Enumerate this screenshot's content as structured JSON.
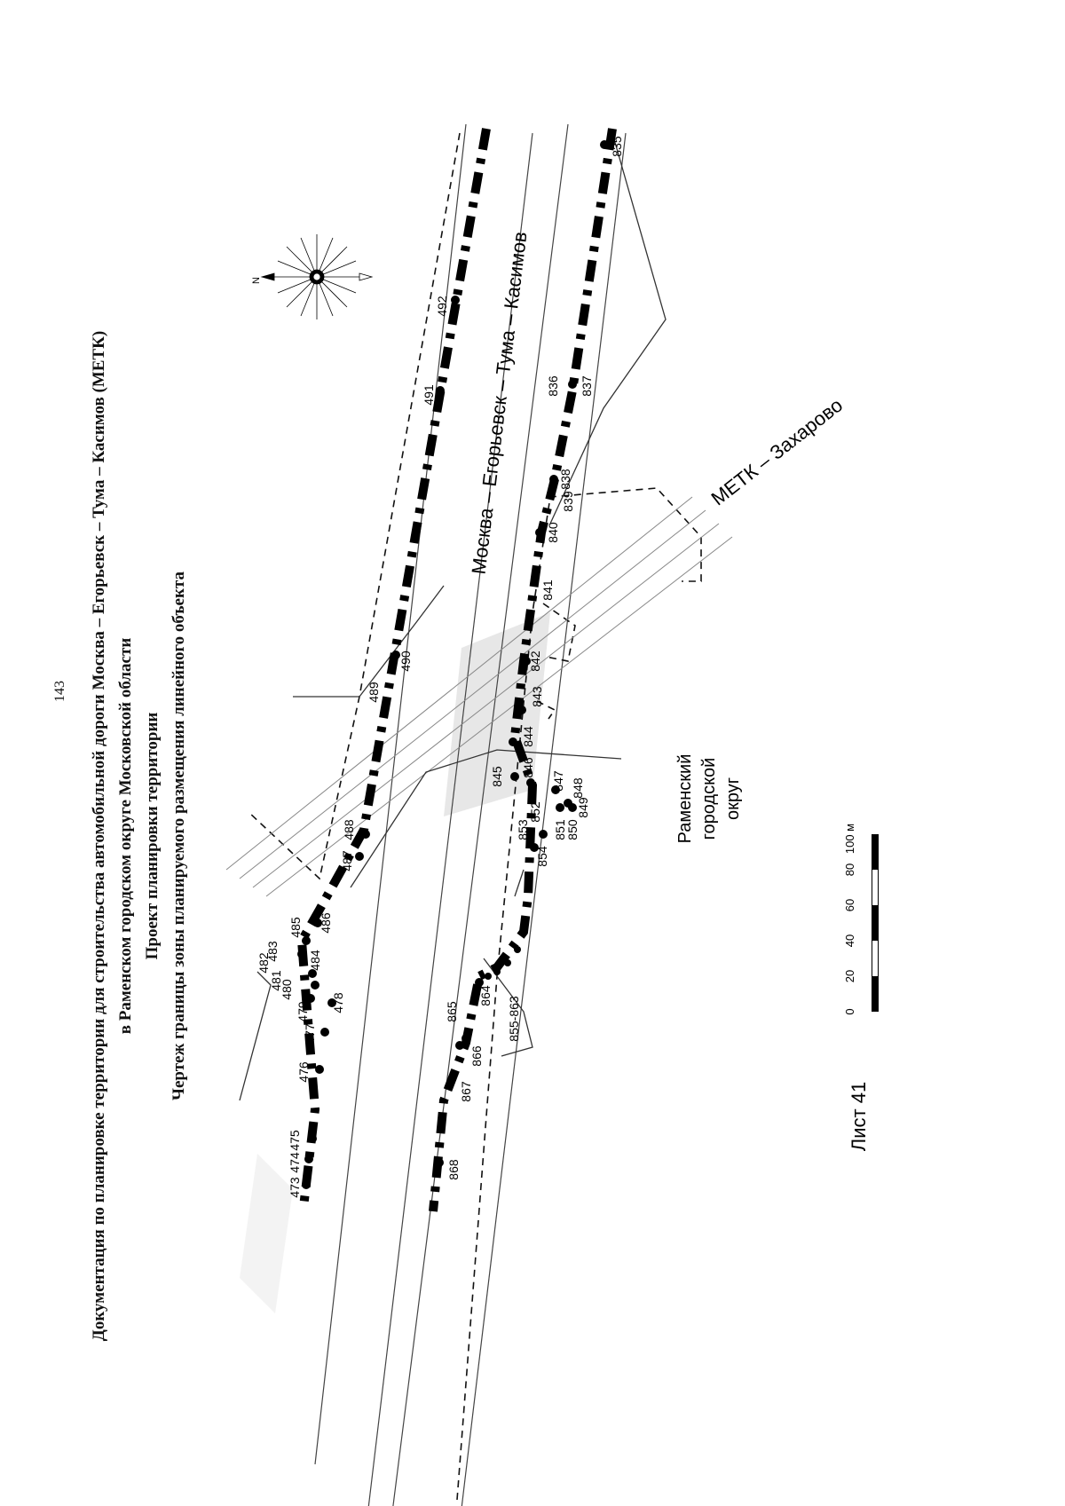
{
  "page_number": "143",
  "header": {
    "line1": "Документация по планировке территории для строительства автомобильной дороги Москва – Егорьевск – Тума – Касимов (МЕТК)",
    "line2": "в Раменском городском округе Московской области",
    "line3": "Проект планировки территории",
    "line4": "Чертеж границы зоны планируемого размещения линейного объекта"
  },
  "map": {
    "road_label": "Москва – Егорьевск – Тума – Касимов",
    "branch_label": "МЕТК – Захарово",
    "district_label": [
      "Раменский",
      "городской",
      "округ"
    ],
    "compass_letter": "N",
    "scale": {
      "ticks": [
        "0",
        "20",
        "40",
        "60",
        "80"
      ],
      "end_label": "100 м"
    },
    "sheet_label": "Лист 41",
    "point_labels": {
      "upper": [
        "473",
        "474",
        "475",
        "476",
        "477",
        "478",
        "479",
        "480",
        "481",
        "482",
        "483",
        "484",
        "485",
        "486",
        "487",
        "488",
        "489",
        "490",
        "491",
        "492"
      ],
      "lower": [
        "835",
        "836",
        "837",
        "838",
        "839",
        "840",
        "841",
        "842",
        "843",
        "844",
        "845",
        "846",
        "847",
        "848",
        "849",
        "850",
        "851",
        "852",
        "853",
        "854",
        "855-863",
        "864",
        "865",
        "866",
        "867",
        "868"
      ]
    }
  }
}
